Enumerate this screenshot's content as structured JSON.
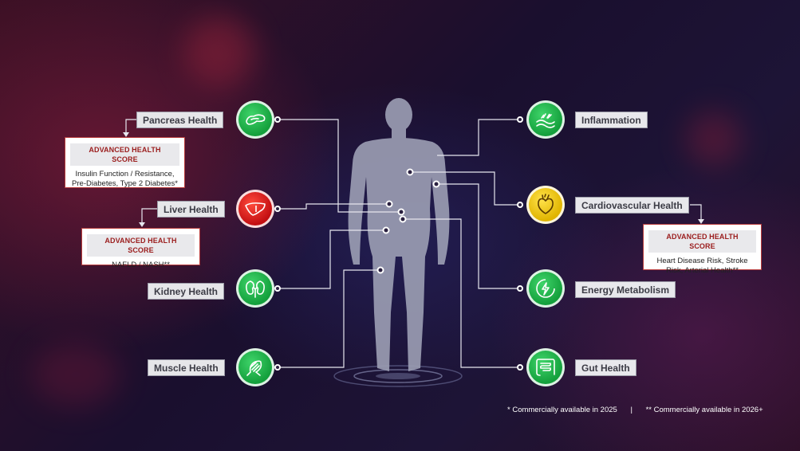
{
  "left_items": [
    {
      "label": "Pancreas Health",
      "icon": "pancreas-icon",
      "status": "green"
    },
    {
      "label": "Liver Health",
      "icon": "liver-icon",
      "status": "red"
    },
    {
      "label": "Kidney Health",
      "icon": "kidney-icon",
      "status": "green"
    },
    {
      "label": "Muscle Health",
      "icon": "muscle-icon",
      "status": "green"
    }
  ],
  "right_items": [
    {
      "label": "Inflammation",
      "icon": "inflammation-icon",
      "status": "green"
    },
    {
      "label": "Cardiovascular Health",
      "icon": "heart-icon",
      "status": "yellow"
    },
    {
      "label": "Energy Metabolism",
      "icon": "energy-icon",
      "status": "green"
    },
    {
      "label": "Gut Health",
      "icon": "intestine-icon",
      "status": "green"
    }
  ],
  "scores": {
    "pancreas": {
      "title": "ADVANCED HEALTH SCORE",
      "body": "Insulin Function / Resistance, Pre-Diabetes, Type 2 Diabetes*"
    },
    "liver": {
      "title": "ADVANCED HEALTH SCORE",
      "body": "NAFLD / NASH**"
    },
    "cardio": {
      "title": "ADVANCED HEALTH SCORE",
      "body": "Heart Disease Risk, Stroke Risk, Arterial Health**"
    }
  },
  "footnotes": {
    "note1": "* Commercially available in 2025",
    "separator": "|",
    "note2": "** Commercially available in 2026+"
  },
  "colors": {
    "green": "#1fb347",
    "red": "#d8191b",
    "yellow": "#f2c60a",
    "score_title": "#9b1d1d"
  }
}
